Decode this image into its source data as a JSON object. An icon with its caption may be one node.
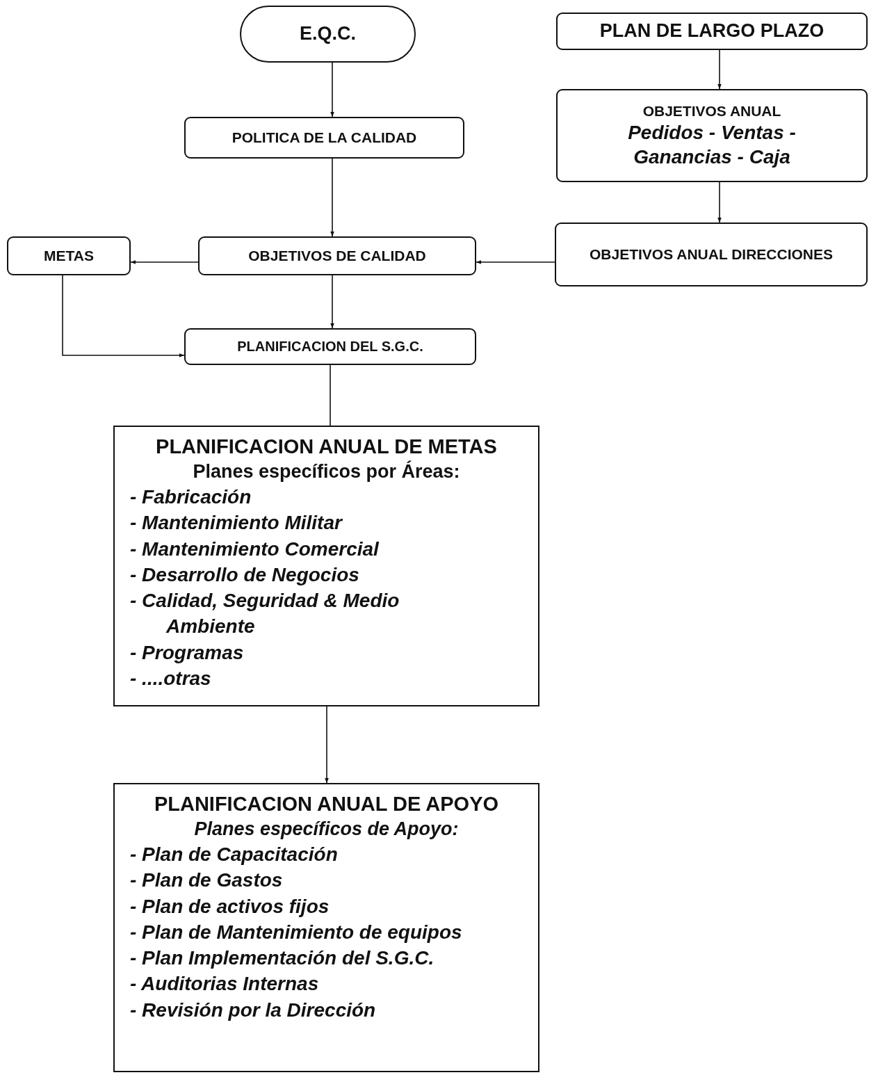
{
  "diagram": {
    "nodes": [
      {
        "text": [
          "E.Q.C."
        ]
      },
      {
        "text": [
          "PLAN DE LARGO PLAZO"
        ]
      },
      {
        "text": [
          "POLITICA DE LA CALIDAD"
        ]
      },
      {
        "text": [
          "OBJETIVOS ANUAL",
          "Pedidos - Ventas - Ganancias - Caja"
        ]
      },
      {
        "text": [
          "METAS"
        ]
      },
      {
        "text": [
          "OBJETIVOS DE CALIDAD"
        ]
      },
      {
        "text": [
          "OBJETIVOS ANUAL DIRECCIONES"
        ]
      },
      {
        "text": [
          "PLANIFICACION DEL S.G.C."
        ]
      },
      {
        "text": [
          "PLANIFICACION ANUAL DE METAS",
          "Planes específicos por Áreas:",
          "- Fabricación",
          "- Mantenimiento Militar",
          "- Mantenimiento Comercial",
          "- Desarrollo de Negocios",
          "- Calidad, Seguridad & Medio Ambiente",
          "- Programas",
          "- ....otras"
        ]
      },
      {
        "text": [
          "PLANIFICACION ANUAL DE APOYO",
          "Planes específicos de Apoyo:",
          "- Plan de Capacitación",
          "- Plan de Gastos",
          "- Plan de activos fijos",
          "- Plan de Mantenimiento de equipos",
          "- Plan Implementación del S.G.C.",
          "- Auditorias Internas",
          "- Revisión por la Dirección"
        ]
      }
    ],
    "edges": [
      {
        "from": 0,
        "to": 2,
        "arrow": "to"
      },
      {
        "from": 1,
        "to": 3,
        "arrow": "to"
      },
      {
        "from": 2,
        "to": 5,
        "arrow": "to"
      },
      {
        "from": 3,
        "to": 6,
        "arrow": "to"
      },
      {
        "from": 6,
        "to": 5,
        "arrow": "to"
      },
      {
        "from": 5,
        "to": 4,
        "arrow": "to"
      },
      {
        "from": 5,
        "to": 7,
        "arrow": "to"
      },
      {
        "from": 4,
        "to": 7,
        "arrow": "to"
      },
      {
        "from": 7,
        "to": 8,
        "arrow": "none"
      },
      {
        "from": 8,
        "to": 9,
        "arrow": "to"
      }
    ]
  }
}
